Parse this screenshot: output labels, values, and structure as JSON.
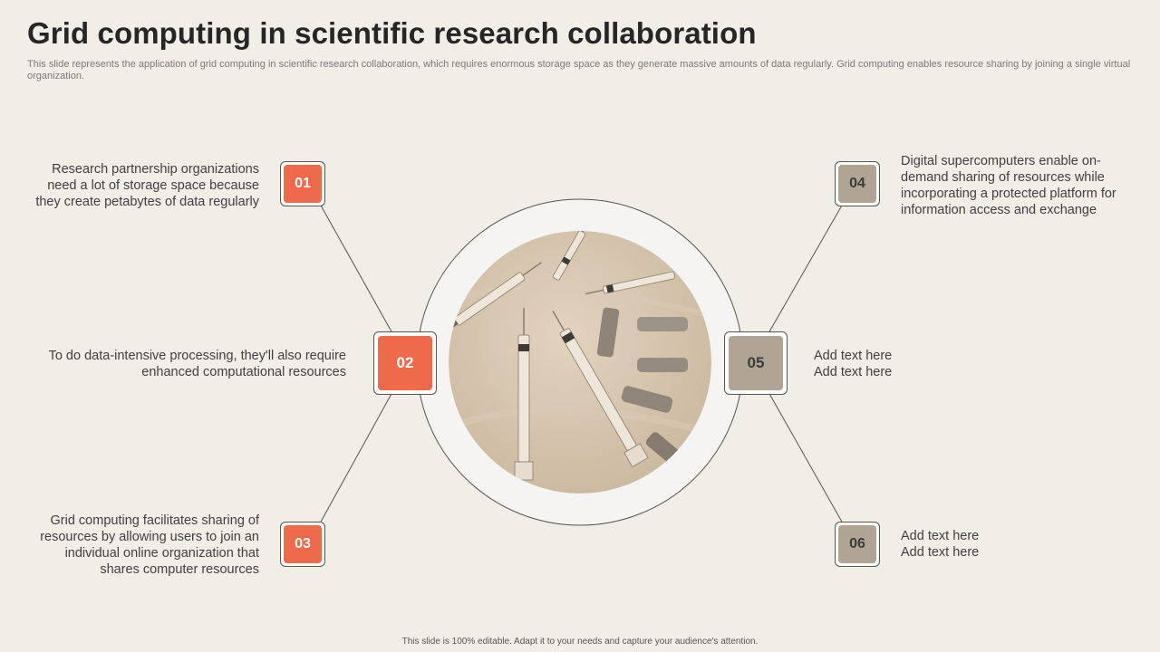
{
  "slide": {
    "title": "Grid computing in scientific research collaboration",
    "subtitle": "This slide represents the application of grid computing in scientific research collaboration, which requires enormous storage space as they generate massive amounts of data regularly. Grid computing enables resource sharing by joining a single virtual organization.",
    "footer": "This slide is 100% editable. Adapt it to your needs and capture your audience's attention."
  },
  "colors": {
    "accent_orange": "#ee6a4b",
    "accent_tan": "#b0a594",
    "background": "#f1ede7"
  },
  "center_image": {
    "icon": "syringes-photo"
  },
  "items": [
    {
      "number": "01",
      "text": "Research partnership organizations need a lot of storage space because they create petabytes of data regularly"
    },
    {
      "number": "02",
      "text": "To do data-intensive processing, they'll also require enhanced computational resources"
    },
    {
      "number": "03",
      "text": "Grid computing facilitates sharing of resources by allowing users to join an individual online organization that shares computer resources"
    },
    {
      "number": "04",
      "text": "Digital supercomputers enable on-demand sharing of resources while incorporating a protected platform for information access and exchange"
    },
    {
      "number": "05",
      "text": "Add text here Add text here"
    },
    {
      "number": "06",
      "text": "Add text here Add text here"
    }
  ]
}
